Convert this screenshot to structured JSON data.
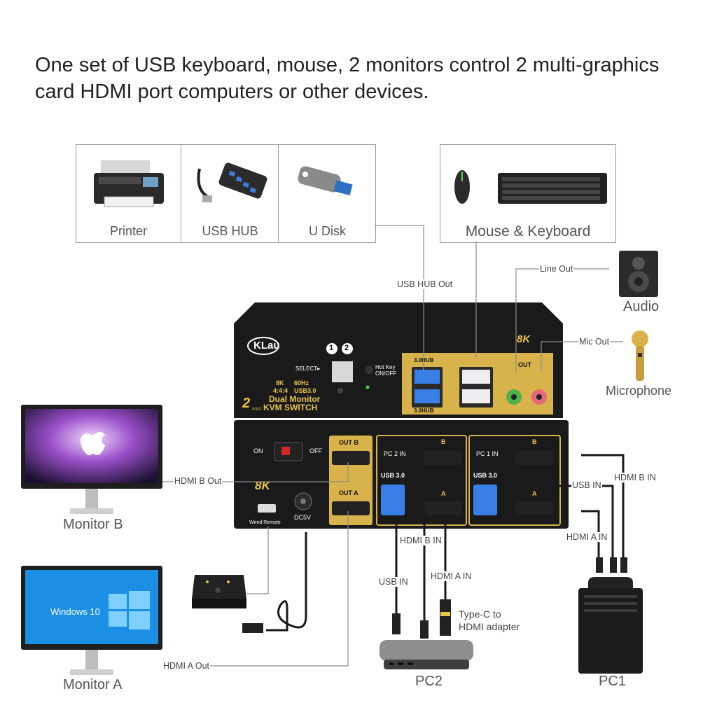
{
  "headline": "One set of USB keyboard, mouse, 2 monitors control 2 multi-graphics card HDMI port computers or other devices.",
  "usb_devices": [
    "Printer",
    "USB HUB",
    "U Disk"
  ],
  "input_devices": "Mouse & Keyboard",
  "audio": {
    "audio": "Audio",
    "microphone": "Microphone",
    "line_out": "Line  Out",
    "mic_out": "Mic  Out"
  },
  "monitors": {
    "b": "Monitor B",
    "a": "Monitor A",
    "windows_text": "Windows 10"
  },
  "pcs": {
    "pc1": "PC1",
    "pc2": "PC2",
    "adapter": "Type-C to\nHDMI adapter"
  },
  "cable_labels": {
    "usb_hub_out": "USB HUB  Out",
    "hdmi_b_out": "HDMI B Out",
    "hdmi_a_out": "HDMI A Out",
    "usb_in_pc1": "USB IN",
    "hdmi_b_in_pc1": "HDMI B IN",
    "hdmi_a_in_pc1": "HDMI A IN",
    "hdmi_b_in_pc2": "HDMI B IN",
    "usb_in_pc2": "USB IN",
    "hdmi_a_in_pc2": "HDMI A IN"
  },
  "kvm_front": {
    "brand": "KLau",
    "res": "8K",
    "hz": "60Hz",
    "chroma": "4:4:4",
    "usb": "USB3.0",
    "line1": "Dual Monitor",
    "line2": "KVM SWITCH",
    "ports": "2",
    "port_word": "PORT",
    "select": "SELECT▸",
    "one": "1",
    "two": "2",
    "hotkey": "Hot Key\nON/OFF",
    "hub_top": "3.0HUB",
    "hub_bottom": "3.0HUB",
    "out": "OUT",
    "eight_k": "8K"
  },
  "kvm_back": {
    "on": "ON",
    "off": "OFF",
    "out_b": "OUT B",
    "out_a": "OUT A",
    "eight_k": "8K",
    "wired_remote": "Wired Remote",
    "dc": "DC5V",
    "pc2_in": "PC 2 IN",
    "pc1_in": "PC 1 IN",
    "b": "B",
    "a": "A",
    "usb30": "USB 3.0"
  }
}
